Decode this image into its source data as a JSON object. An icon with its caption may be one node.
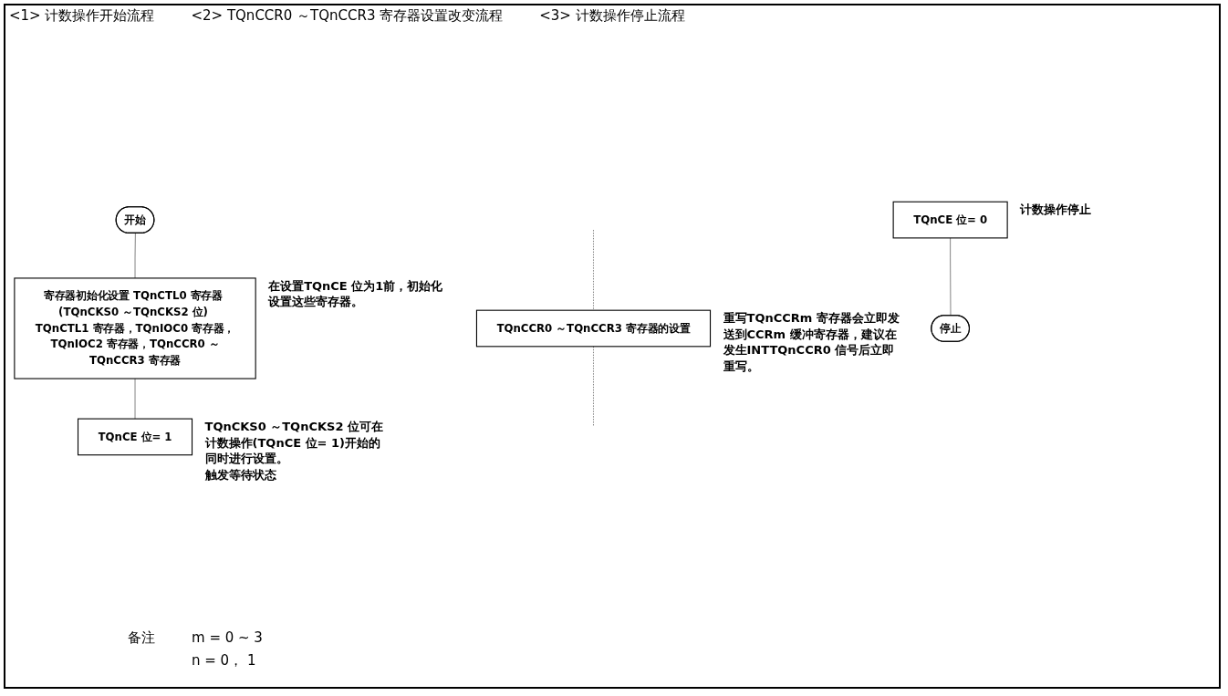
{
  "diagram": {
    "nodes": [
      {
        "text": [
          "开始"
        ]
      },
      {
        "text": [
          "寄存器初始化设置 TQnCTL0 寄存器 (TQnCKS0 ～TQnCKS2 位) TQnCTL1 寄存器，TQnIOC0 寄存器，TQnIOC2 寄存器，TQnCCR0 ～TQnCCR3 寄存器"
        ],
        "beside": [
          "在设置TQnCE 位为1前，初始化设置这些寄存器。"
        ]
      },
      {
        "text": [
          "TQnCE 位= 1"
        ],
        "beside": [
          "TQnCKS0 ～TQnCKS2 位可在计数操作(TQnCE 位= 1)开始的同时进行设置。",
          "触发等待状态"
        ]
      },
      {
        "text": [
          "TQnCCR0 ～TQnCCR3 寄存器的设置"
        ],
        "beside": [
          "重写TQnCCRm 寄存器会立即发送到CCRm 缓冲寄存器，建议在发生INTTQnCCR0 信号后立即重写。"
        ]
      },
      {
        "text": [
          "TQnCE 位= 0"
        ],
        "beside": [
          "计数操作停止"
        ]
      },
      {
        "text": [
          "停止"
        ]
      }
    ],
    "edges": [
      {
        "from": 0,
        "to": 1,
        "arrow": "none"
      },
      {
        "from": 1,
        "to": 2,
        "arrow": "none"
      },
      {
        "from": null,
        "to": 3,
        "arrow": "none",
        "style": "dashed"
      },
      {
        "from": 3,
        "to": null,
        "arrow": "none",
        "style": "dashed"
      },
      {
        "from": 4,
        "to": 5,
        "arrow": "none"
      }
    ],
    "labels": [
      "<1> 计数操作开始流程",
      "<2> TQnCCR0 ～TQnCCR3 寄存器设置改变流程",
      "<3> 计数操作停止流程",
      "备注",
      "m = 0 ~ 3",
      "n = 0， 1"
    ]
  }
}
